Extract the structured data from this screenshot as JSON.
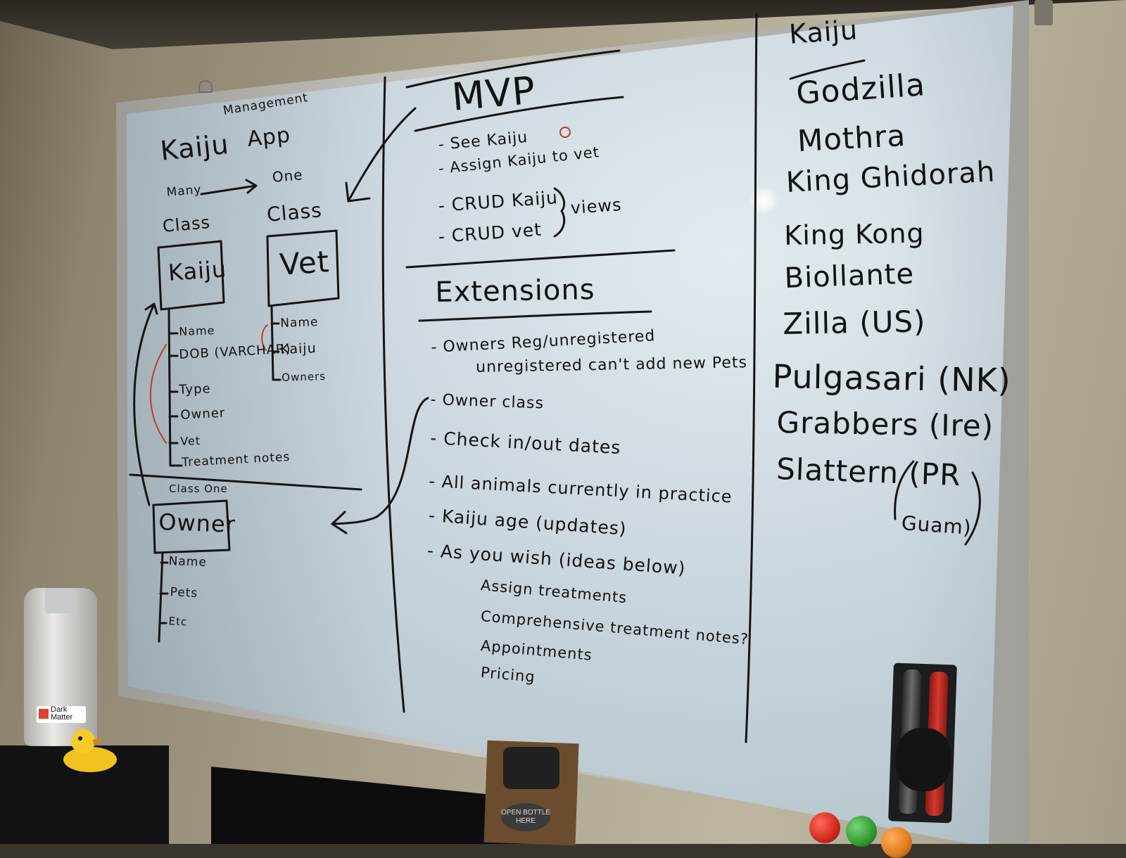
{
  "left_column": {
    "title_management": "Management",
    "title_kaiju": "Kaiju",
    "title_app": "App",
    "many_label": "Many",
    "one_label": "One",
    "class_label_left": "Class",
    "class_label_right": "Class",
    "kaiju_box": "Kaiju",
    "vet_box": "Vet",
    "kaiju_fields": [
      "Name",
      "DOB (VARCHAR)",
      "Type",
      "Owner",
      "Vet",
      "Treatment notes"
    ],
    "vet_fields": [
      "Name",
      "Kaiju",
      "Owners"
    ],
    "class_one_label": "Class One",
    "owner_box": "Owner",
    "owner_fields": [
      "Name",
      "Pets",
      "Etc"
    ]
  },
  "middle_column": {
    "mvp_title": "MVP",
    "mvp_items": [
      "- See Kaiju",
      "- Assign Kaiju to vet",
      "- CRUD Kaiju",
      "- CRUD vet"
    ],
    "views_label": "views",
    "extensions_title": "Extensions",
    "extension_items": [
      "- Owners Reg/unregistered",
      "unregistered can't add new Pets",
      "- Owner class",
      "- Check in/out dates",
      "- All animals currently in practice",
      "- Kaiju age (updates)",
      "- As you wish (ideas below)"
    ],
    "ideas": [
      "Assign treatments",
      "Comprehensive treatment notes?",
      "Appointments",
      "Pricing"
    ]
  },
  "right_column": {
    "title": "Kaiju",
    "names": [
      "Godzilla",
      "Mothra",
      "King Ghidorah",
      "King Kong",
      "Biollante",
      "Zilla (US)",
      "Pulgasari (NK)",
      "Grabbers (Ire)",
      "Slattern (PR",
      "Guam)"
    ]
  },
  "props": {
    "bottle_label": "Dark Matter",
    "opener_label": "OPEN BOTTLE HERE"
  },
  "colors": {
    "ink": "#121212",
    "red_ink": "#c0392b",
    "magnet_red": "#d0281c",
    "magnet_green": "#2e9a2e",
    "magnet_orange": "#e07a1a"
  }
}
